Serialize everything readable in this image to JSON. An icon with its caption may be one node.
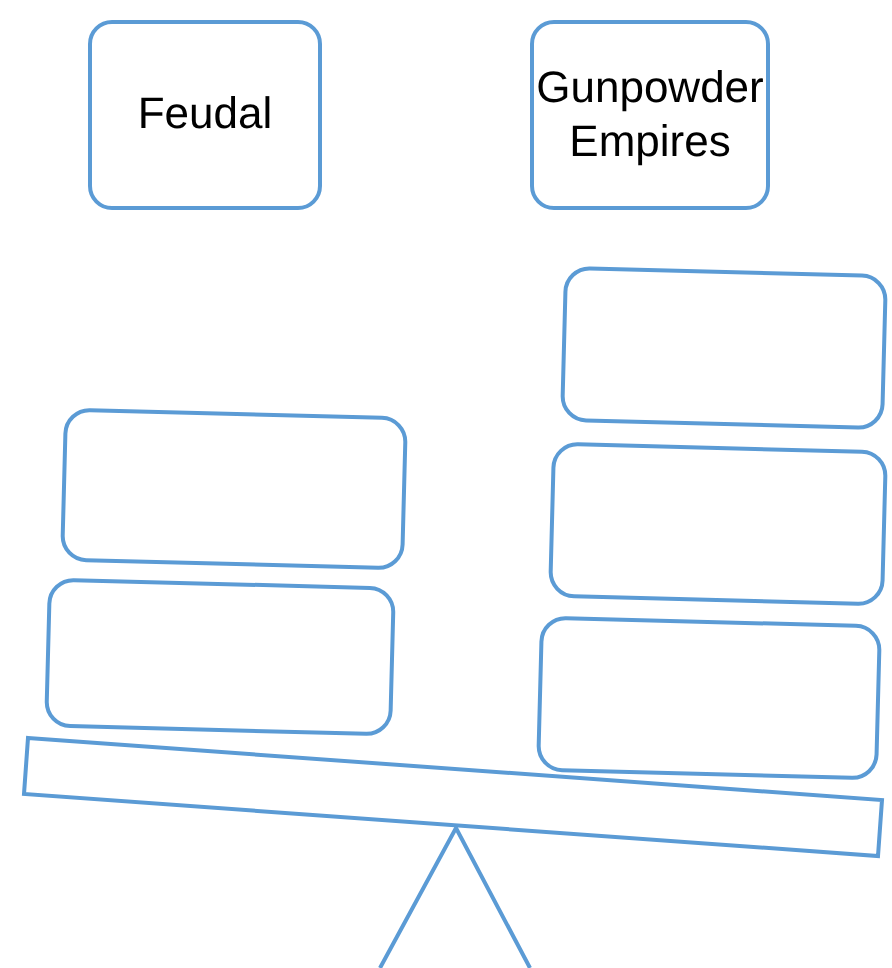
{
  "diagram": {
    "nodes": [
      {
        "text": [
          "Feudal"
        ]
      },
      {
        "text": [
          "Gunpowder Empires"
        ]
      },
      {
        "text": [],
        "shape": "box"
      },
      {
        "text": [],
        "shape": "box"
      },
      {
        "text": [],
        "shape": "box"
      },
      {
        "text": [],
        "shape": "box"
      },
      {
        "text": [],
        "shape": "box"
      }
    ]
  }
}
